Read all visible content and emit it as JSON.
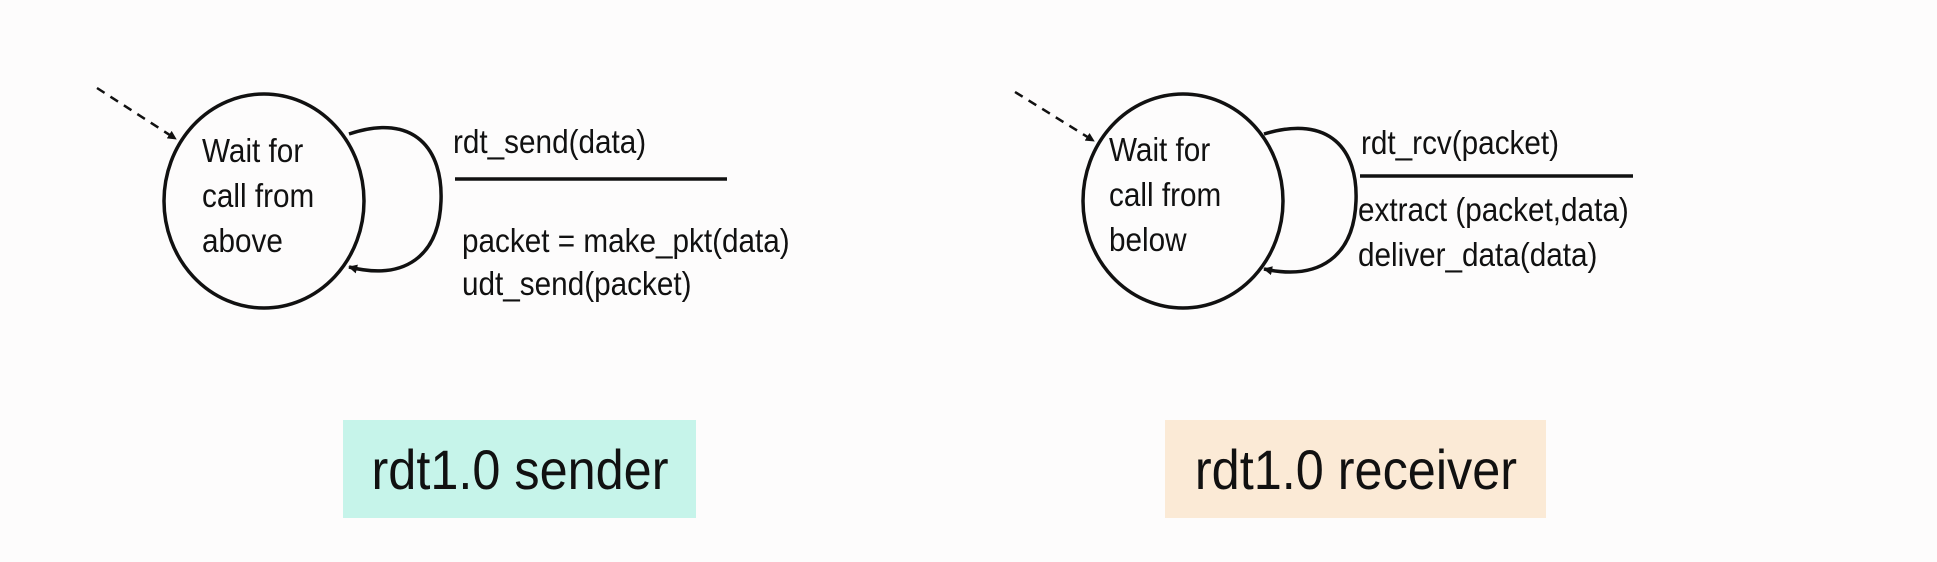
{
  "sender": {
    "state": {
      "line1": "Wait for",
      "line2": "call from",
      "line3": "above"
    },
    "transition": {
      "event": "rdt_send(data)",
      "action1": "packet = make_pkt(data)",
      "action2": "udt_send(packet)"
    },
    "caption": "rdt1.0 sender"
  },
  "receiver": {
    "state": {
      "line1": "Wait for",
      "line2": "call from",
      "line3": "below"
    },
    "transition": {
      "event": "rdt_rcv(packet)",
      "action1": "extract (packet,data)",
      "action2": "deliver_data(data)"
    },
    "caption": "rdt1.0 receiver"
  },
  "colors": {
    "sender_caption_bg": "#c6f4ea",
    "receiver_caption_bg": "#fbead6",
    "stroke": "#111111"
  }
}
